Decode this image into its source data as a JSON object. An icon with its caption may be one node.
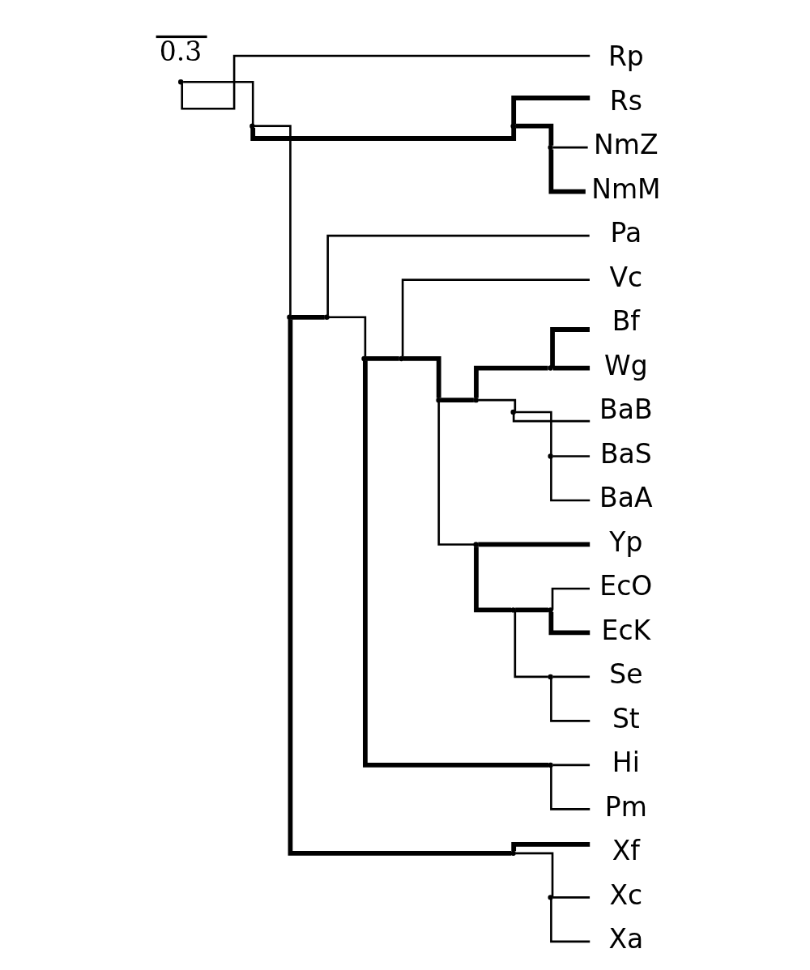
{
  "diagram": {
    "nodes": [
      {
        "text": [
          "Rp"
        ]
      },
      {
        "text": [
          "NmZ"
        ]
      },
      {
        "text": [
          "NmM"
        ]
      },
      {
        "text": [
          "Rs"
        ]
      },
      {
        "text": [
          "EcO"
        ]
      },
      {
        "text": [
          "EcK"
        ]
      },
      {
        "text": [
          "Se"
        ]
      },
      {
        "text": [
          "St"
        ]
      },
      {
        "text": [
          "Yp"
        ]
      },
      {
        "text": [
          "Bf"
        ]
      },
      {
        "text": [
          "Wg"
        ]
      },
      {
        "text": [
          "BaB"
        ]
      },
      {
        "text": [
          "BaS"
        ]
      },
      {
        "text": [
          "BaA"
        ]
      },
      {
        "text": [
          "Vc"
        ]
      },
      {
        "text": [
          "Hi"
        ]
      },
      {
        "text": [
          "Pm"
        ]
      },
      {
        "text": [
          "Pa"
        ]
      },
      {
        "text": [
          "Xf"
        ]
      },
      {
        "text": [
          "Xc"
        ]
      },
      {
        "text": [
          "Xa"
        ]
      },
      {
        "text": [],
        "shape": "point"
      },
      {
        "text": [],
        "shape": "point"
      },
      {
        "text": [],
        "shape": "point"
      },
      {
        "text": [],
        "shape": "point"
      },
      {
        "text": [],
        "shape": "point"
      },
      {
        "text": [],
        "shape": "point"
      },
      {
        "text": [],
        "shape": "point"
      },
      {
        "text": [],
        "shape": "point"
      },
      {
        "text": [],
        "shape": "point"
      },
      {
        "text": [],
        "shape": "point"
      },
      {
        "text": [],
        "shape": "point"
      },
      {
        "text": [],
        "shape": "point"
      },
      {
        "text": [],
        "shape": "point"
      },
      {
        "text": [],
        "shape": "point"
      },
      {
        "text": [],
        "shape": "point"
      },
      {
        "text": [],
        "shape": "point"
      },
      {
        "text": [],
        "shape": "point"
      },
      {
        "text": [],
        "shape": "point"
      },
      {
        "text": [],
        "shape": "point"
      },
      {
        "text": [],
        "shape": "point"
      }
    ],
    "edges": [
      {
        "from": 21,
        "to": 0,
        "arrow": "none"
      },
      {
        "from": 21,
        "to": 22,
        "arrow": "none"
      },
      {
        "from": 22,
        "to": 23,
        "arrow": "none",
        "style": "thick"
      },
      {
        "from": 23,
        "to": 36,
        "arrow": "none",
        "style": "thick"
      },
      {
        "from": 36,
        "to": 1,
        "arrow": "none"
      },
      {
        "from": 36,
        "to": 2,
        "arrow": "none",
        "style": "thick"
      },
      {
        "from": 23,
        "to": 3,
        "arrow": "none",
        "style": "thick"
      },
      {
        "from": 22,
        "to": 24,
        "arrow": "none"
      },
      {
        "from": 24,
        "to": 25,
        "arrow": "none",
        "style": "thick"
      },
      {
        "from": 25,
        "to": 26,
        "arrow": "none"
      },
      {
        "from": 26,
        "to": 27,
        "arrow": "none",
        "style": "thick"
      },
      {
        "from": 27,
        "to": 28,
        "arrow": "none",
        "style": "thick"
      },
      {
        "from": 28,
        "to": 33,
        "arrow": "none"
      },
      {
        "from": 33,
        "to": 34,
        "arrow": "none",
        "style": "thick"
      },
      {
        "from": 34,
        "to": 38,
        "arrow": "none",
        "style": "thick"
      },
      {
        "from": 38,
        "to": 4,
        "arrow": "none"
      },
      {
        "from": 38,
        "to": 5,
        "arrow": "none",
        "style": "thick"
      },
      {
        "from": 34,
        "to": 39,
        "arrow": "none"
      },
      {
        "from": 39,
        "to": 6,
        "arrow": "none"
      },
      {
        "from": 39,
        "to": 7,
        "arrow": "none"
      },
      {
        "from": 33,
        "to": 8,
        "arrow": "none",
        "style": "thick"
      },
      {
        "from": 28,
        "to": 30,
        "arrow": "none",
        "style": "thick"
      },
      {
        "from": 30,
        "to": 31,
        "arrow": "none",
        "style": "thick"
      },
      {
        "from": 31,
        "to": 9,
        "arrow": "none",
        "style": "thick"
      },
      {
        "from": 31,
        "to": 10,
        "arrow": "none",
        "style": "thick"
      },
      {
        "from": 30,
        "to": 35,
        "arrow": "none"
      },
      {
        "from": 35,
        "to": 11,
        "arrow": "none"
      },
      {
        "from": 35,
        "to": 40,
        "arrow": "none"
      },
      {
        "from": 40,
        "to": 12,
        "arrow": "none"
      },
      {
        "from": 40,
        "to": 13,
        "arrow": "none"
      },
      {
        "from": 27,
        "to": 14,
        "arrow": "none"
      },
      {
        "from": 26,
        "to": 32,
        "arrow": "none",
        "style": "thick"
      },
      {
        "from": 32,
        "to": 15,
        "arrow": "none"
      },
      {
        "from": 32,
        "to": 16,
        "arrow": "none"
      },
      {
        "from": 25,
        "to": 17,
        "arrow": "none"
      },
      {
        "from": 24,
        "to": 29,
        "arrow": "none",
        "style": "thick"
      },
      {
        "from": 29,
        "to": 18,
        "arrow": "none",
        "style": "thick"
      },
      {
        "from": 29,
        "to": 37,
        "arrow": "none"
      },
      {
        "from": 37,
        "to": 19,
        "arrow": "none"
      },
      {
        "from": 37,
        "to": 20,
        "arrow": "none"
      }
    ],
    "labels": [
      "0.3"
    ]
  }
}
